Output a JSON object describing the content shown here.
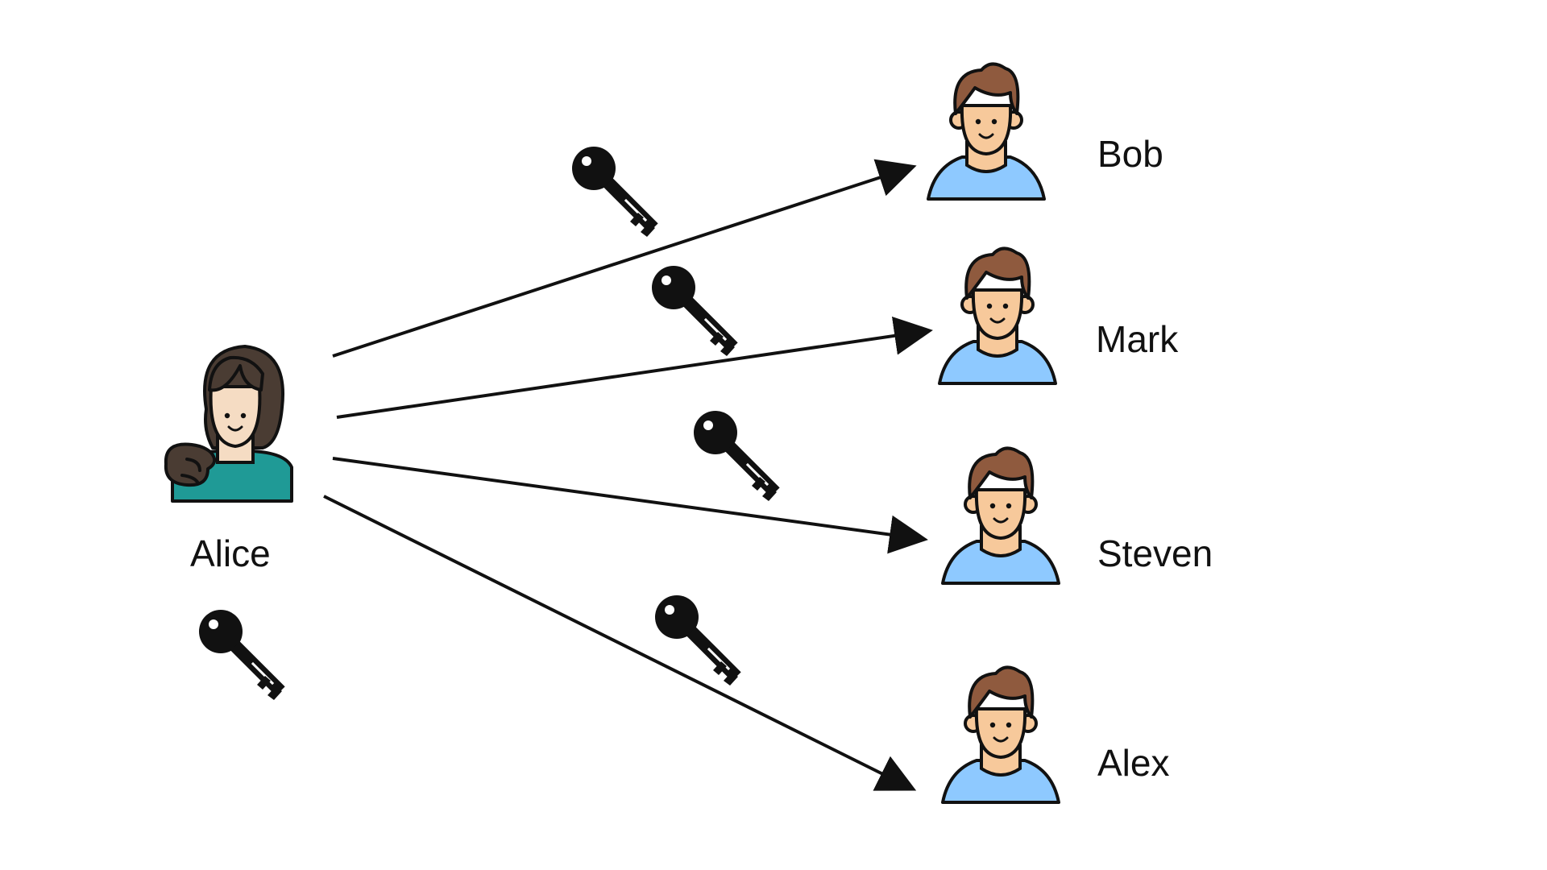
{
  "sender": {
    "name": "Alice",
    "icon": "woman-avatar-icon",
    "key_icon": "key-icon"
  },
  "recipients": [
    {
      "name": "Bob",
      "icon": "man-avatar-icon",
      "key_icon": "key-icon"
    },
    {
      "name": "Mark",
      "icon": "man-avatar-icon",
      "key_icon": "key-icon"
    },
    {
      "name": "Steven",
      "icon": "man-avatar-icon",
      "key_icon": "key-icon"
    },
    {
      "name": "Alex",
      "icon": "man-avatar-icon",
      "key_icon": "key-icon"
    }
  ],
  "colors": {
    "man_hair": "#8f5a3e",
    "man_skin": "#f7c99b",
    "man_shirt": "#8ec9ff",
    "woman_hair": "#4a3c33",
    "woman_skin": "#f5dcc3",
    "woman_shirt": "#1f9a96",
    "outline": "#111111",
    "arrow": "#111111",
    "key": "#111111"
  }
}
